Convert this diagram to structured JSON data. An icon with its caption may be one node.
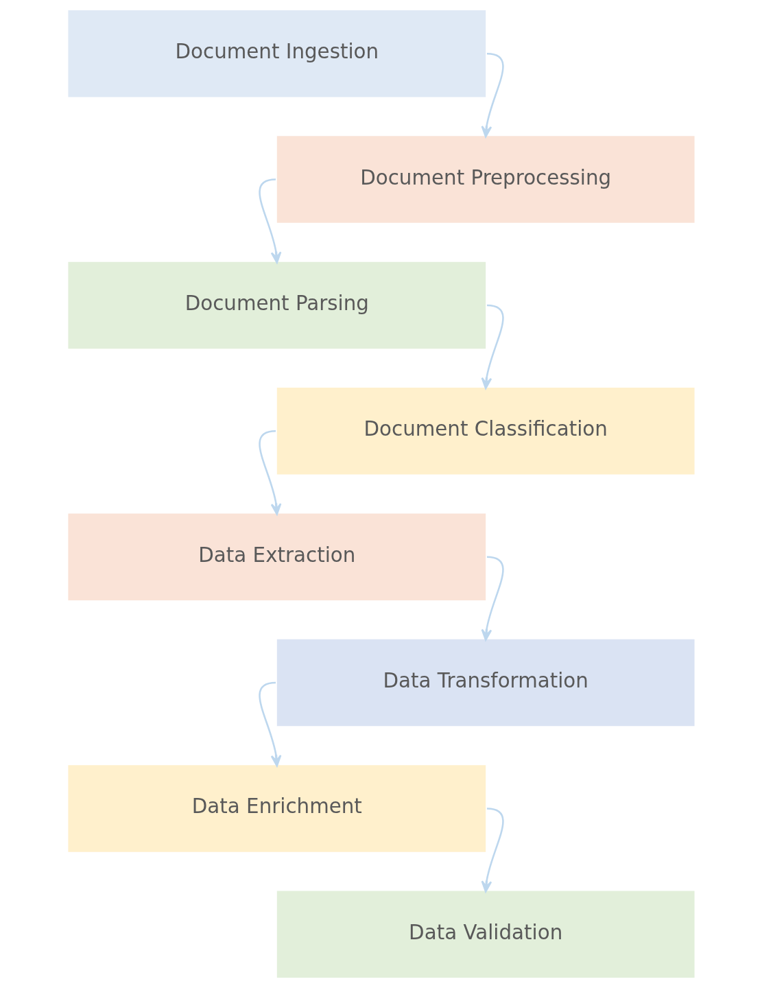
{
  "diagram": {
    "nodes": [
      {
        "text": [
          "Document Ingestion"
        ]
      },
      {
        "text": [
          "Document Preprocessing"
        ]
      },
      {
        "text": [
          "Document Parsing"
        ]
      },
      {
        "text": [
          "Document Classification"
        ]
      },
      {
        "text": [
          "Data Extraction"
        ]
      },
      {
        "text": [
          "Data Transformation"
        ]
      },
      {
        "text": [
          "Data Enrichment"
        ]
      },
      {
        "text": [
          "Data Validation"
        ]
      }
    ],
    "edges": [
      {
        "from": 0,
        "to": 1,
        "arrow": "to"
      },
      {
        "from": 1,
        "to": 2,
        "arrow": "to"
      },
      {
        "from": 2,
        "to": 3,
        "arrow": "to"
      },
      {
        "from": 3,
        "to": 4,
        "arrow": "to"
      },
      {
        "from": 4,
        "to": 5,
        "arrow": "to"
      },
      {
        "from": 5,
        "to": 6,
        "arrow": "to"
      },
      {
        "from": 6,
        "to": 7,
        "arrow": "to"
      }
    ]
  }
}
